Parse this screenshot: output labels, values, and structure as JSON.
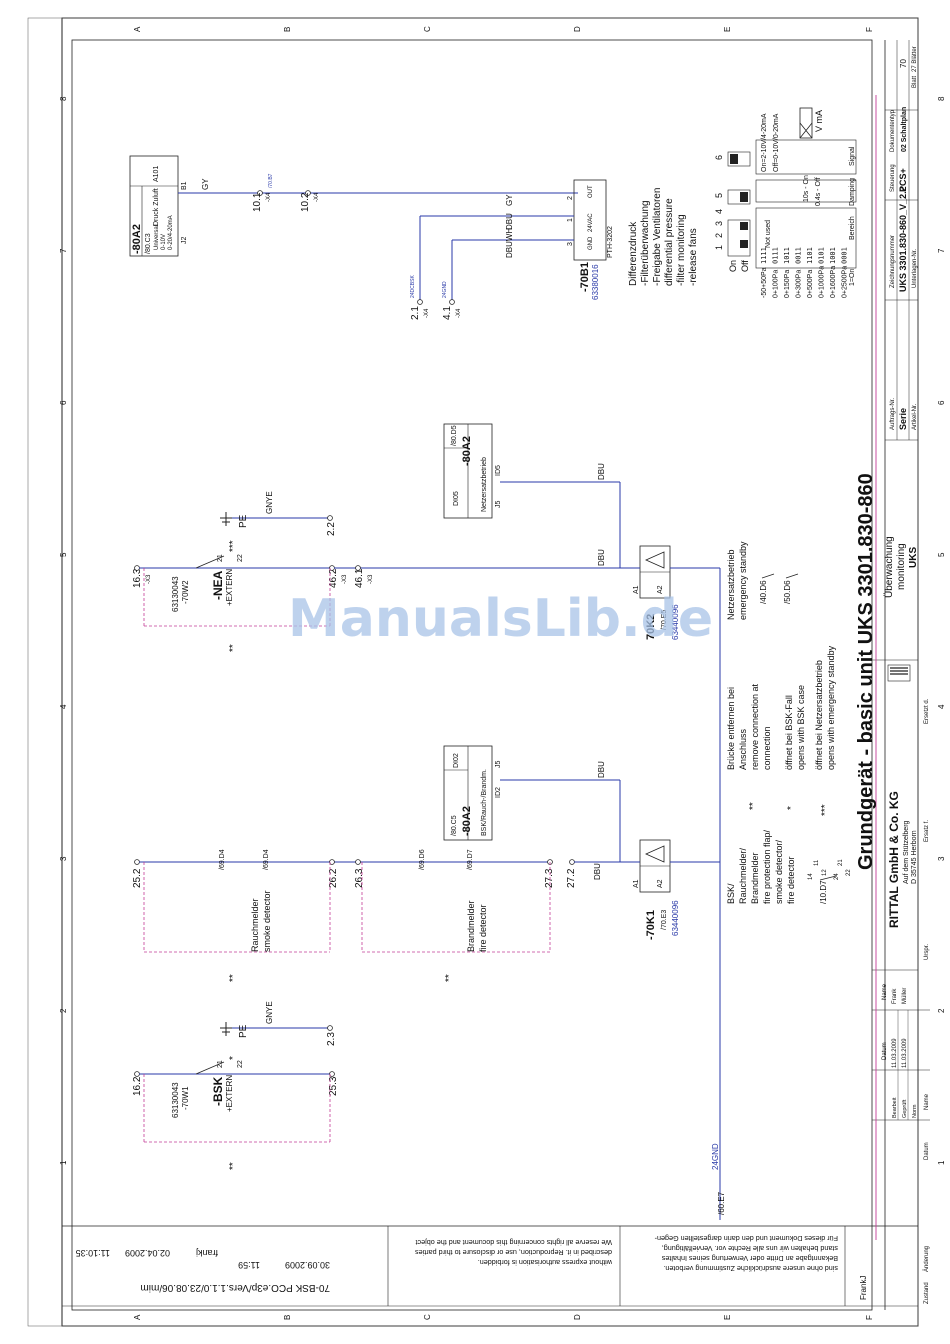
{
  "title": {
    "main": "Grundgerät - basic unit UKS 3301.830-860",
    "company": "RITTAL GmbH & Co. KG",
    "address1": "Auf dem Stützelberg",
    "address2": "D 35745 Herborn",
    "block1": "Überwachung",
    "block2": "monitoring",
    "block3": "UKS"
  },
  "title_block": {
    "drawing_label": "Zeichnungsnummer",
    "drawing_no": "UKS 3301.830-860_V_2.2",
    "order_label": "Auftrags-Nr.",
    "order_value": "Serie",
    "article_label": "Artikel-Nr.",
    "sheet_label": "Blatt",
    "sheet_value": "70",
    "sheets_value": "27 Blätter",
    "doctype_label": "Dokumententyp",
    "doctype_value": "02 Schaltplan",
    "control_label": "Steuerung",
    "control_value": "PCS+",
    "docs_label": "Unterlagen-Nr.",
    "rev_headers": [
      "Datum",
      "Name"
    ],
    "rev_rows": [
      {
        "label": "Bearbeit",
        "date": "11.03.2009",
        "name": "Frank"
      },
      {
        "label": "Geprüft",
        "date": "11.03.2009",
        "name": "Müller"
      },
      {
        "label": "Norm",
        "date": "",
        "name": ""
      }
    ],
    "ersatz_fuer": "Ersatz f.",
    "ersetzt": "Ersetzt d.",
    "urspr": "Urspr.",
    "zustand": "Zustand",
    "aenderung": "Änderung",
    "datum": "Datum",
    "name": "Name"
  },
  "notice": {
    "line1": "We reserve all rights concerning this document and the object",
    "line2": "described in it. Reproduction, use or disclosure to third parties",
    "line3": "without express authorisation is forbidden.",
    "de1": "Für dieses Dokument und den darin dargestellten Gegen-",
    "de2": "stand behalten wir uns alle Rechte vor. Vervielfältigung,",
    "de3": "Bekanntgabe an Dritte oder Verwertung seines Inhaltes",
    "de4": "sind ohne unsere ausdrückliche Zustimmung verboten."
  },
  "file_info": {
    "path": "70-BSK PCO.e3p/Vers.1.1.0/23.08.06/mim",
    "date1": "30.09.2009",
    "time1": "11:59",
    "user1": "frankj",
    "date2": "02.04.2009",
    "time2": "11:10:35",
    "user_side": "FrankJ"
  },
  "grid": {
    "letters": [
      "A",
      "B",
      "C",
      "D",
      "E",
      "F"
    ],
    "numbers": [
      "1",
      "2",
      "3",
      "4",
      "5",
      "6",
      "7",
      "8"
    ]
  },
  "components": {
    "a01": {
      "tag": "-80A2",
      "ref": "/80.C3",
      "name": "A101",
      "desc": "Druck Zuluft",
      "spec1": "Universal",
      "spec2": "0-10V",
      "spec3": "0-20/4-20mA",
      "pin_b1": "B1",
      "pin_j2": "J2",
      "wire": "GY"
    },
    "sensor": {
      "tag": "-70B1",
      "part": "63380016",
      "model": "PTH-3202",
      "pins": [
        {
          "num": "2",
          "name": "OUT",
          "wire": "GY"
        },
        {
          "num": "1",
          "name": "24VAC",
          "wire": "DBU"
        },
        {
          "num": "3",
          "name": "GND",
          "wire": "DBUWH"
        }
      ],
      "desc": [
        "Differenzdruck",
        "-Filterüberwachung",
        "-Freigabe Ventilatoren",
        "differential pressure",
        "-filter monitoring",
        "-release fans"
      ]
    },
    "terminals": {
      "t10_1": "10.1",
      "t10_2": "10.2",
      "t2_1": "2.1",
      "t4_1": "4.1",
      "x4": "-X4",
      "ref_70b7": "/70.B7",
      "ref_24acbsk": "24DCBSK",
      "ref_24agnd": "24GND"
    },
    "dip": {
      "switch_nums": [
        "1",
        "2",
        "3",
        "4",
        "5",
        "6"
      ],
      "on": "On",
      "off": "Off",
      "ranges": [
        "-50+50Pa",
        "0+100Pa",
        "0+150Pa",
        "0+300Pa",
        "0+500Pa",
        "0+1000Pa",
        "0+1600Pa",
        "0+2500Pa"
      ],
      "codes": [
        "1111",
        "0111",
        "1011",
        "0011",
        "1101",
        "0101",
        "1001",
        "0001"
      ],
      "not_used": "Not used",
      "one_is_on": "1=On",
      "bereich": "Bereich",
      "damping": "Damping",
      "damp1": "10s - On",
      "damp2": "0.4s - Off",
      "signal": "Signal",
      "sig1": "On=2-10V/4-20mA",
      "sig2": "Off=0-10V/0-20mA",
      "vma": "V mA"
    },
    "nea": {
      "tag": "-NEA",
      "loc": "+EXTERN",
      "part": "63130043",
      "ref": "-70W2",
      "t16_3": "16.3",
      "t46_2": "46.2",
      "t46_1": "46.1",
      "t2_2": "2.2",
      "x3": "-X3",
      "stars": "***",
      "pins": [
        "21",
        "22"
      ],
      "pe": "PE",
      "wire": "GNYE"
    },
    "bsk": {
      "tag": "-BSK",
      "loc": "+EXTERN",
      "part": "63130043",
      "ref": "-70W1",
      "t16_2": "16.2",
      "t25_3": "25.3",
      "t2_3": "2.3",
      "pins": [
        "21",
        "22"
      ],
      "star": "*",
      "pe": "PE",
      "wire": "GNYE"
    },
    "smoke": {
      "label1": "Rauchmelder",
      "label2": "smoke detector",
      "t25_2": "25.2",
      "t26_2": "26.2",
      "ref1": "/69.D4",
      "ref2": "/69.D4"
    },
    "fire": {
      "label1": "Brandmelder",
      "label2": "fire detector",
      "t26_3": "26.3",
      "t27_3": "27.3",
      "t27_2": "27.2",
      "ref1": "/69.D6",
      "ref2": "/69.D7"
    },
    "k1": {
      "tag": "-70K1",
      "ref": "/70.E3",
      "part": "63440096",
      "a1": "A1",
      "a2": "A2",
      "wire": "DBU"
    },
    "k2": {
      "tag": "70K2",
      "ref": "/70.E5",
      "part": "63440096",
      "a1": "A1",
      "a2": "A2",
      "wire": "DBU"
    },
    "di02": {
      "tag": "-80A2",
      "ref": "/80.C5",
      "name": "DI02",
      "desc": "BSK/Rauch-/Brandm.",
      "pin_id": "ID2",
      "pin_j": "J5",
      "wire": "DBU"
    },
    "di05": {
      "tag": "-80A2",
      "ref": "/80.D5",
      "name": "DI05",
      "desc": "Netzersatzbetrieb",
      "pin_id": "ID5",
      "pin_j": "J5",
      "wire": "DBU"
    },
    "bus": {
      "label": "24GND",
      "ref": "/60.E7",
      "bsk_label": "BSK/"
    }
  },
  "notes": {
    "bsk": [
      "BSK/",
      "Rauchmelder/",
      "Brandmelder",
      "fire protection flap/",
      "smoke detector/",
      "fire detector"
    ],
    "bsk_ref": "/10.D7",
    "nea": [
      "Netzersatzbetrieb",
      "emergency standby"
    ],
    "nea_ref1": "/40.D6",
    "nea_ref2": "/50.D6",
    "legend": [
      {
        "mark": "**",
        "text1": "Brücke entfernen bei",
        "text2": "Anschluss",
        "text3": "remove connection at",
        "text4": "connection"
      },
      {
        "mark": "*",
        "text1": "öffnet bei BSK-Fall",
        "text2": "opens with BSK case",
        "text3": "",
        "text4": ""
      },
      {
        "mark": "***",
        "text1": "öffnet bei Netzersatzbetrieb",
        "text2": "opens with emergency standby",
        "text3": "",
        "text4": ""
      }
    ],
    "contact_nums": [
      "14",
      "12",
      "11",
      "24",
      "22",
      "21"
    ],
    "double_star": "**"
  },
  "watermark": "ManualsLib.de"
}
